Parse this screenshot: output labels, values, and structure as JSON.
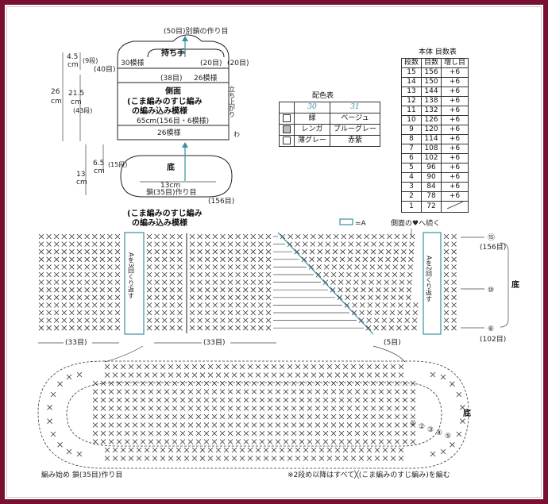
{
  "schematic": {
    "handle_chain": "(50目)別鎖の作り目",
    "handle_title": "持ち手",
    "handle_pattern": "30模様",
    "handle_20_left": "(20目)",
    "handle_20_right": "(20目)",
    "side_40": "(40目)",
    "side_38": "(38目)",
    "side_pattern_26_top": "26模様",
    "side_title": "側面",
    "side_desc_1": "(こま編みのすじ編み",
    "side_desc_2": "の編み込み模様",
    "side_width": "65cm(156目・6模様)",
    "side_pattern_26_bottom": "26模様",
    "rise_label": "立ち上がり",
    "wa_label": "わ",
    "dim_45": "4.5",
    "dim_cm_a": "cm",
    "dim_9dan": "(9段)",
    "dim_26": "26",
    "dim_cm_b": "cm",
    "dim_215": "21.5",
    "dim_cm_c": "cm",
    "dim_43dan": "(43段)",
    "dim_65": "6.5",
    "dim_cm_d": "cm",
    "dim_15dan": "(15段)",
    "dim_13": "13",
    "dim_cm_e": "cm",
    "bottom_title": "底",
    "bottom_13cm": "13cm",
    "bottom_chain": "鎖(35目)作り目",
    "bottom_156": "(156目)",
    "bottom_desc_1": "(こま編みのすじ編み",
    "bottom_desc_2": "の編み込み模様"
  },
  "color_table": {
    "title": "配色表",
    "headers": [
      "",
      "30",
      "31"
    ],
    "rows": [
      {
        "swatch": "#ffffff",
        "c30": "緑",
        "c31": "ベージュ"
      },
      {
        "swatch": "#bdbdbd",
        "c30": "レンガ",
        "c31": "ブルーグレー"
      },
      {
        "swatch": "#ffffff",
        "c30": "薄グレー",
        "c31": "赤紫"
      }
    ]
  },
  "count_table": {
    "title": "本体 目数表",
    "headers": [
      "段数",
      "目数",
      "増し目"
    ],
    "rows": [
      [
        "15",
        "156",
        "+6"
      ],
      [
        "14",
        "150",
        "+6"
      ],
      [
        "13",
        "144",
        "+6"
      ],
      [
        "12",
        "138",
        "+6"
      ],
      [
        "11",
        "132",
        "+6"
      ],
      [
        "10",
        "126",
        "+6"
      ],
      [
        "9",
        "120",
        "+6"
      ],
      [
        "8",
        "114",
        "+6"
      ],
      [
        "7",
        "108",
        "+6"
      ],
      [
        "6",
        "102",
        "+6"
      ],
      [
        "5",
        "96",
        "+6"
      ],
      [
        "4",
        "90",
        "+6"
      ],
      [
        "3",
        "84",
        "+6"
      ],
      [
        "2",
        "78",
        "+6"
      ],
      [
        "1",
        "72",
        ""
      ]
    ]
  },
  "chart": {
    "legend_a": "=A",
    "continue_label": "側面の♥へ続く",
    "repeat_3": "Aを3回くり返す",
    "repeat_2": "Aを2回くり返す",
    "count_33_left": "(33目)",
    "count_33_mid": "(33目)",
    "count_5": "(5目)",
    "row_15": "⑮",
    "row_15_count": "(156目)",
    "row_10": "⑩",
    "row_6": "⑥",
    "row_6_count": "(102目)",
    "side_bottom_label": "底",
    "bottom_label": "底",
    "start_label": "編み始め 鎖(35目)作り目",
    "note": "※2段め以降はすべて╳(こま編みのすじ編み)を編む",
    "row_markers": [
      "①",
      "②",
      "③",
      "④",
      "⑤"
    ]
  }
}
